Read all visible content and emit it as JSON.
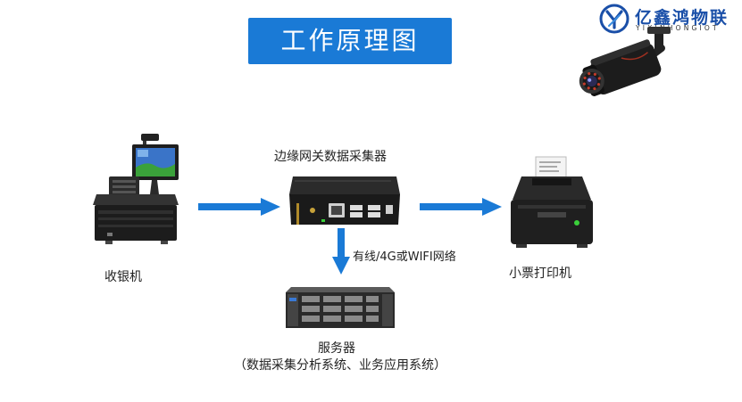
{
  "title": "工作原理图",
  "brand": {
    "name": "亿鑫鸿物联",
    "subtitle": "YIXINHONGIOT",
    "color": "#1a4fa8"
  },
  "nodes": {
    "pos": {
      "label": "收银机"
    },
    "gateway": {
      "label": "边缘网关数据采集器"
    },
    "printer": {
      "label": "小票打印机"
    },
    "server": {
      "label": "服务器",
      "sublabel": "（数据采集分析系统、业务应用系统）"
    }
  },
  "edges": [
    {
      "from": "pos",
      "to": "gateway",
      "label": ""
    },
    {
      "from": "gateway",
      "to": "printer",
      "label": ""
    },
    {
      "from": "gateway",
      "to": "server",
      "label": "有线/4G或WIFI网络"
    }
  ],
  "colors": {
    "title_bg": "#1a7ad6",
    "arrow": "#1a7ad6"
  },
  "icons": {
    "logo": "brand-logo-icon",
    "camera": "security-camera-icon",
    "pos": "pos-terminal-icon",
    "gateway": "edge-gateway-icon",
    "printer": "receipt-printer-icon",
    "server": "rack-server-icon"
  }
}
